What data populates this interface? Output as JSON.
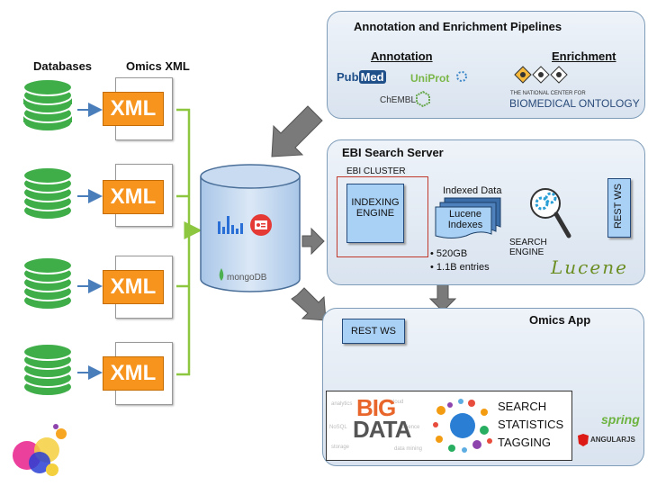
{
  "left": {
    "databases_label": "Databases",
    "omics_xml_label": "Omics XML",
    "xml_label": "XML"
  },
  "central_db": {
    "mongo_label": "mongoDB"
  },
  "pipelines": {
    "title": "Annotation and Enrichment Pipelines",
    "annotation_label": "Annotation",
    "enrichment_label": "Enrichment",
    "logos": {
      "pubmed_pub": "Pub",
      "pubmed_med": "Med",
      "uniprot": "UniProt",
      "chembl": "ChEMBL",
      "ncbo_line1": "THE NATIONAL CENTER FOR",
      "ncbo_line2": "BIOMEDICAL ONTOLOGY"
    }
  },
  "search_server": {
    "title": "EBI Search Server",
    "cluster_label": "EBI CLUSTER",
    "indexing_engine": "INDEXING ENGINE",
    "indexed_data_label": "Indexed Data",
    "lucene_indexes": "Lucene Indexes",
    "stats": [
      "520GB",
      "1.1B entries"
    ],
    "search_engine": "SEARCH ENGINE",
    "rest_ws": "REST WS",
    "lucene_logo": "Lucene"
  },
  "omics_app": {
    "title": "Omics App",
    "rest_ws": "REST WS",
    "big": "BIG",
    "data": "DATA",
    "features": [
      "SEARCH",
      "STATISTICS",
      "TAGGING"
    ],
    "spring_logo": "spring",
    "angular_logo": "ANGULARJS"
  },
  "colors": {
    "db_green": "#3fae49",
    "xml_orange": "#f7941d",
    "panel_border": "#7f9db9",
    "box_blue": "#a9d1f5",
    "arrow_gray": "#7a7a7a",
    "connector_green": "#8dc63f"
  }
}
